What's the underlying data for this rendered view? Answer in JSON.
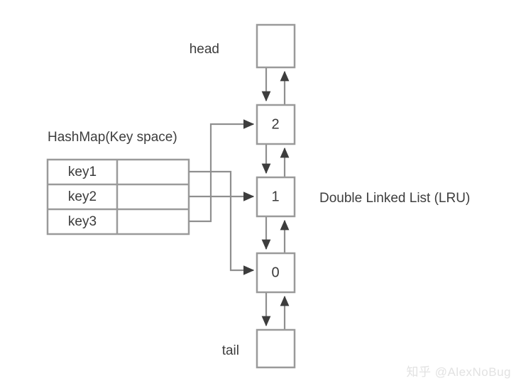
{
  "diagram": {
    "title_right": "Double Linked List (LRU)",
    "hashmap": {
      "title": "HashMap(Key space)",
      "rows": [
        {
          "key": "key1",
          "value": ""
        },
        {
          "key": "key2",
          "value": ""
        },
        {
          "key": "key3",
          "value": ""
        }
      ]
    },
    "list": {
      "head_label": "head",
      "tail_label": "tail",
      "head_node_value": "",
      "tail_node_value": "",
      "nodes": [
        {
          "value": "2"
        },
        {
          "value": "1"
        },
        {
          "value": "0"
        }
      ]
    },
    "colors": {
      "box_stroke": "#9a9a9a",
      "line": "#8f8f8f",
      "arrow": "#3d3d3d",
      "text": "#3d3d3d",
      "background": "#ffffff",
      "watermark": "#e2e2e2"
    }
  },
  "watermark": {
    "text": "知乎 @AlexNoBug"
  }
}
